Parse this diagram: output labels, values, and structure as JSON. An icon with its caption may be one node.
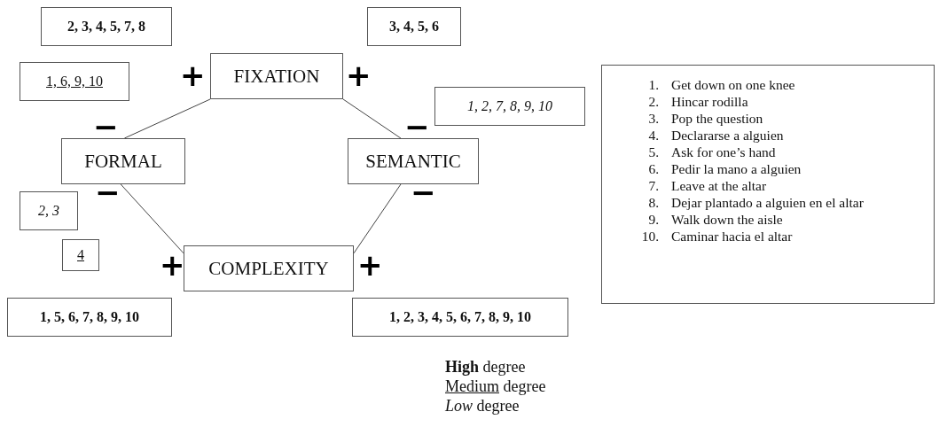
{
  "diagram": {
    "nodes": [
      {
        "text": [
          "2, 3, 4, 5, 7, 8"
        ]
      },
      {
        "text": [
          "3, 4, 5, 6"
        ]
      },
      {
        "text": [
          "1, 6, 9, 10"
        ]
      },
      {
        "text": [
          "FIXATION"
        ]
      },
      {
        "text": [
          "1, 2, 7, 8, 9, 10"
        ]
      },
      {
        "text": [
          "FORMAL"
        ]
      },
      {
        "text": [
          "SEMANTIC"
        ]
      },
      {
        "text": [
          "2, 3"
        ]
      },
      {
        "text": [
          "4"
        ]
      },
      {
        "text": [
          "COMPLEXITY"
        ]
      },
      {
        "text": [
          "1, 5, 6, 7, 8, 9, 10"
        ]
      },
      {
        "text": [
          "1, 2, 3, 4, 5, 6, 7, 8, 9, 10"
        ]
      },
      {
        "text": [
          "1. Get down on one knee",
          "2. Hincar rodilla",
          "3. Pop the question",
          "4. Declararse a alguien",
          "5. Ask for one’s hand",
          "6. Pedir la mano a alguien",
          "7. Leave at the altar",
          "8. Dejar plantado a alguien en el altar",
          "9. Walk down the aisle",
          "10. Caminar hacia el altar"
        ]
      }
    ],
    "edges": [
      {
        "from": 5,
        "to": 3,
        "arrow": "none"
      },
      {
        "from": 3,
        "to": 6,
        "arrow": "none"
      },
      {
        "from": 5,
        "to": 9,
        "arrow": "none"
      },
      {
        "from": 6,
        "to": 9,
        "arrow": "none"
      }
    ],
    "labels": [
      "+",
      "+",
      "−",
      "−",
      "−",
      "−",
      "+",
      "+",
      "**High** degree",
      "Medium degree",
      "*Low* degree"
    ]
  }
}
